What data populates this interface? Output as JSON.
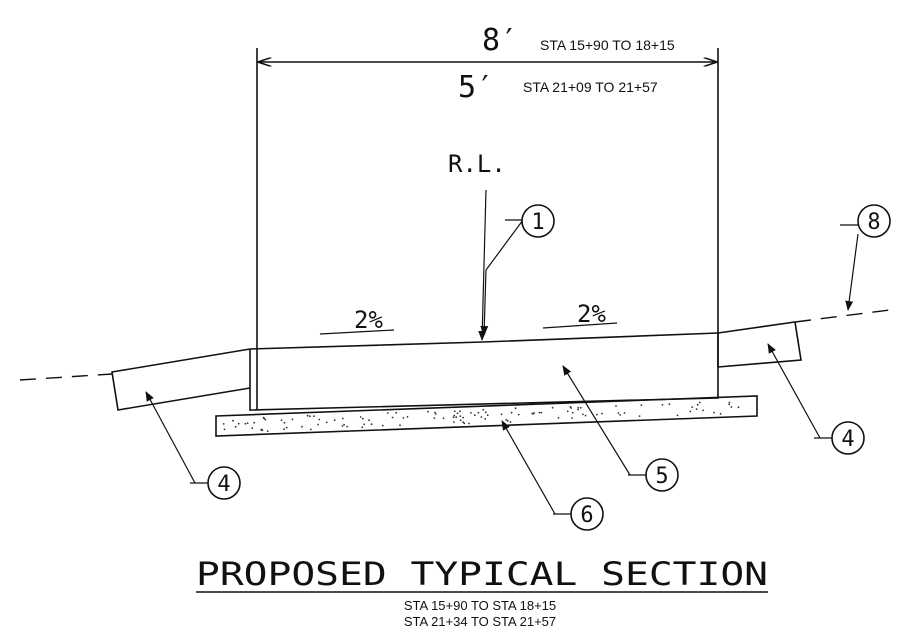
{
  "dimensions": {
    "width_1": "8′",
    "range_1": "STA 15+90 TO 18+15",
    "width_2": "5′",
    "range_2": "STA 21+09 TO 21+57"
  },
  "reference_line": "R.L.",
  "slopes": {
    "left": "2%",
    "right": "2%"
  },
  "callouts": {
    "c1": "1",
    "c4_left": "4",
    "c4_right": "4",
    "c5": "5",
    "c6": "6",
    "c8": "8"
  },
  "title": "PROPOSED TYPICAL SECTION",
  "station_lines": [
    "STA 15+90 TO STA 18+15",
    "STA 21+34 TO STA 21+57"
  ]
}
